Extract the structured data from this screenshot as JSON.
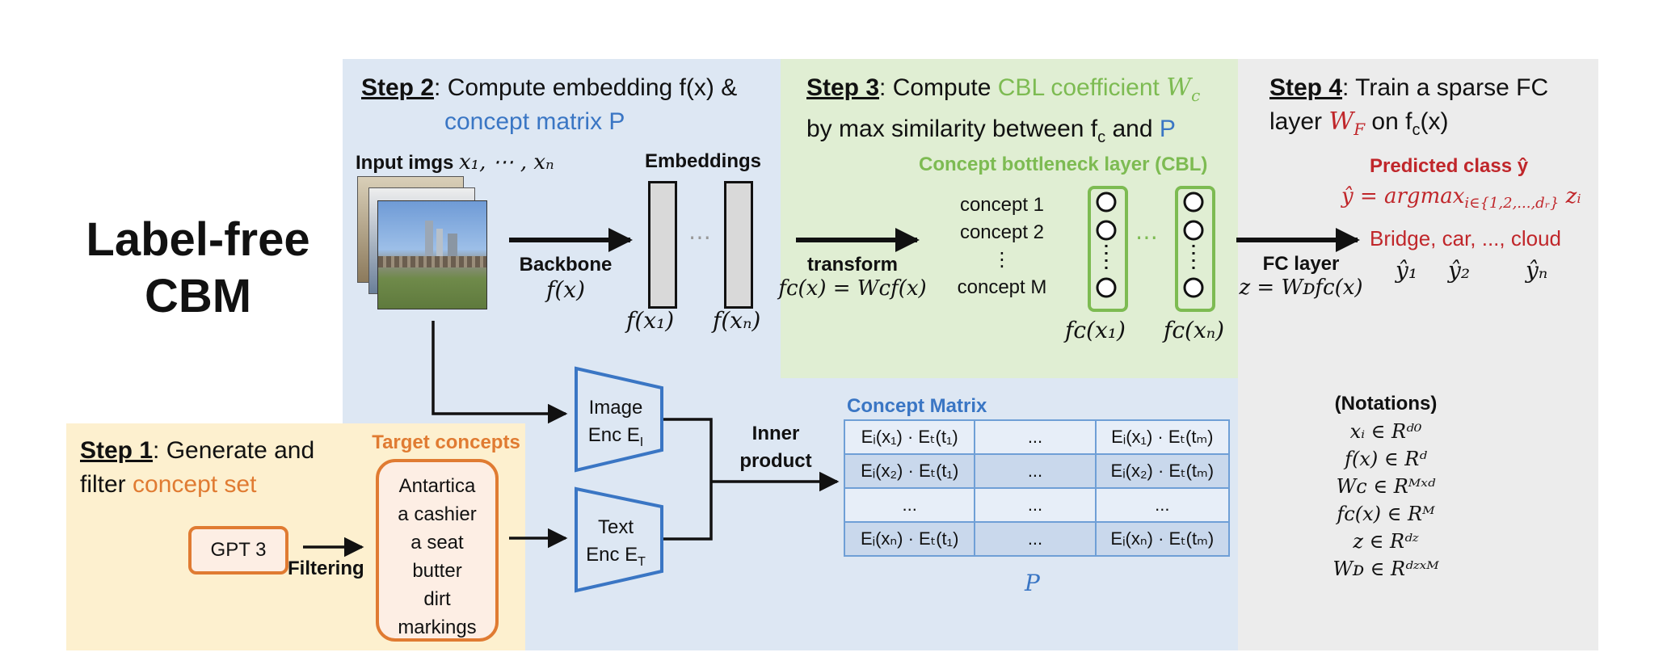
{
  "main_title": {
    "line1": "Label-free",
    "line2": "CBM"
  },
  "step1": {
    "num": "Step 1",
    "text": ": Generate and",
    "line2_pre": "filter ",
    "line2_hl": "concept set"
  },
  "step2": {
    "num": "Step 2",
    "text": ": Compute embedding f(x) &",
    "line2": "concept matrix P"
  },
  "step3": {
    "num": "Step 3",
    "text": ": Compute ",
    "hl": "CBL coefficient ",
    "hl_math": "W",
    "hl_sub": "c",
    "line2_pre": "by max similarity between f",
    "line2_sub": "c",
    "line2_mid": " and ",
    "line2_p": "P"
  },
  "step4": {
    "num": "Step 4",
    "text": ": Train a sparse FC",
    "line2_pre": "layer ",
    "line2_w": "W",
    "line2_wsub": "F",
    "line2_post": " on f",
    "line2_sub": "c",
    "line2_end": "(x)"
  },
  "input": {
    "label": "Input imgs ",
    "math": "x₁, ⋯ , xₙ"
  },
  "embeddings": {
    "label": "Embeddings",
    "dots": "⋯",
    "f1": "f(x₁)",
    "fN": "f(xₙ)"
  },
  "backbone": {
    "label": "Backbone",
    "math": "f(x)"
  },
  "transform": {
    "label": "transform",
    "math": "fᴄ(x) = Wᴄf(x)"
  },
  "cbl": {
    "title": "Concept bottleneck layer (CBL)",
    "concepts": [
      "concept 1",
      "concept 2",
      "⋮",
      "concept M"
    ],
    "dots": "⋯",
    "fc1": "fᴄ(x₁)",
    "fcN": "fᴄ(xₙ)"
  },
  "fc_layer": {
    "label": "FC layer",
    "math": "z = Wᴅfᴄ(x)"
  },
  "prediction": {
    "title": "Predicted class ŷ",
    "formula": "ŷ = argmax",
    "formula_sub": "i∈{1,2,...,dᵣ}",
    "formula_end": " zᵢ",
    "classes": "Bridge, car, ..., cloud",
    "y1": "ŷ₁",
    "y2": "ŷ₂",
    "yN": "ŷₙ"
  },
  "gpt": {
    "label": "GPT 3"
  },
  "filtering": {
    "label": "Filtering"
  },
  "target": {
    "title": "Target concepts",
    "items": [
      "Antartica",
      "a cashier",
      "a seat",
      "butter",
      "dirt",
      "markings"
    ]
  },
  "image_enc": {
    "line1": "Image",
    "line2": "Enc E",
    "sub": "I"
  },
  "text_enc": {
    "line1": "Text",
    "line2": "Enc E",
    "sub": "T"
  },
  "inner_product": {
    "line1": "Inner",
    "line2": "product"
  },
  "concept_matrix": {
    "title": "Concept Matrix",
    "rows": [
      [
        "Eᵢ(x₁) · Eₜ(t₁)",
        "...",
        "Eᵢ(x₁) · Eₜ(tₘ)"
      ],
      [
        "Eᵢ(x₂) · Eₜ(t₁)",
        "...",
        "Eᵢ(x₂) · Eₜ(tₘ)"
      ],
      [
        "...",
        "...",
        "..."
      ],
      [
        "Eᵢ(xₙ) · Eₜ(t₁)",
        "...",
        "Eᵢ(xₙ) · Eₜ(tₘ)"
      ]
    ],
    "label": "P"
  },
  "notations": {
    "title": "(Notations)",
    "items": [
      "xᵢ ∈ Rᵈ⁰",
      "f(x) ∈ Rᵈ",
      "Wᴄ ∈ Rᴹˣᵈ",
      "fᴄ(x) ∈ Rᴹ",
      "z ∈ Rᵈᶻ",
      "Wᴅ ∈ Rᵈᶻˣᴹ"
    ]
  },
  "colors": {
    "blue_panel": "#dde7f3",
    "green_panel": "#e0eed3",
    "gray_panel": "#ececec",
    "yellow_panel": "#fdf0cf",
    "blue": "#3a76c4",
    "green": "#7dbb52",
    "orange": "#e07b32",
    "red": "#c0262a"
  }
}
